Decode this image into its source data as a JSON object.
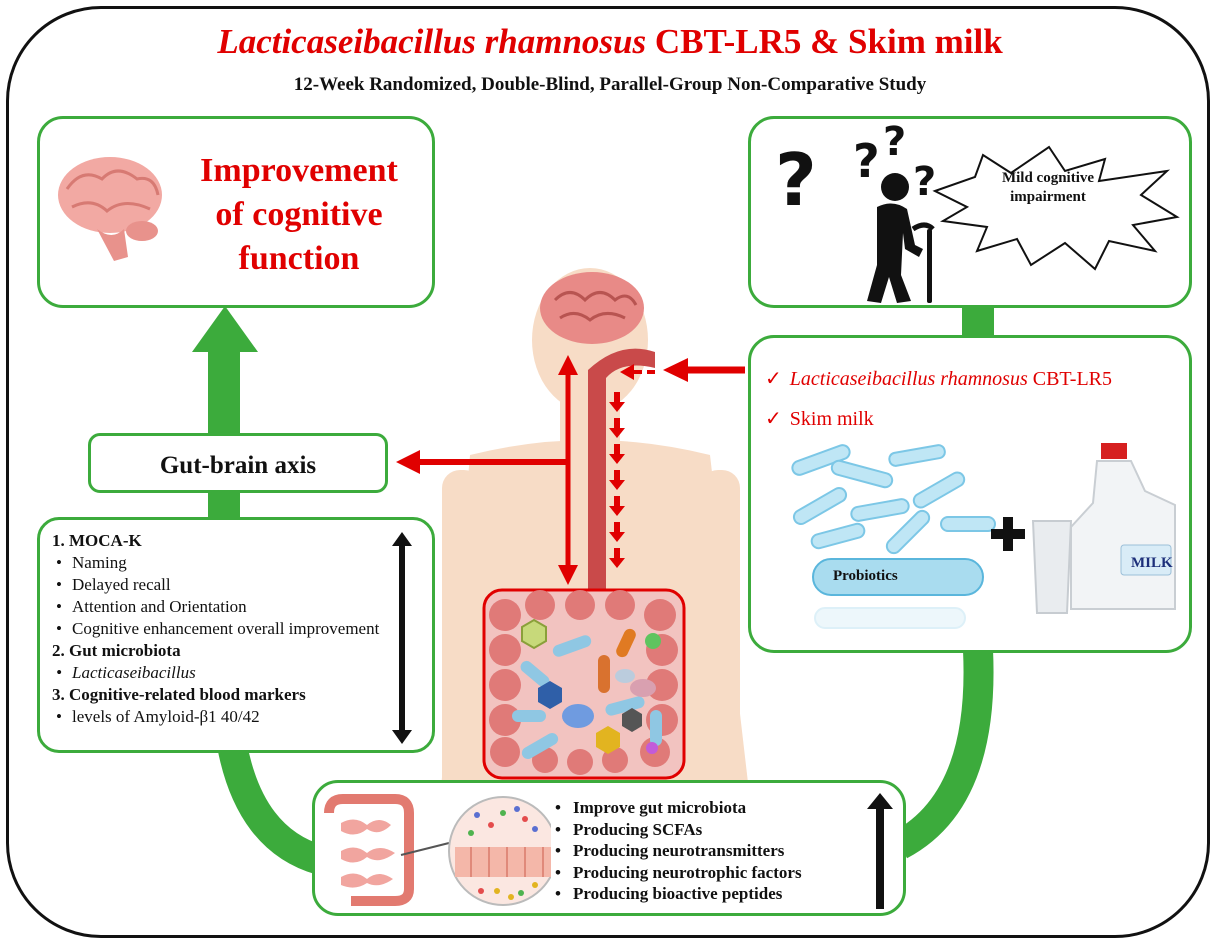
{
  "title": {
    "species": "Lacticaseibacillus  rhamnosus",
    "rest": " CBT-LR5 & Skim milk",
    "subtitle": "12-Week Randomized, Double-Blind,  Parallel-Group  Non-Comparative Study"
  },
  "outcome": {
    "line1": "Improvement",
    "line2": "of cognitive",
    "line3": "function"
  },
  "condition": {
    "bubble_line1": "Mild cognitive",
    "bubble_line2": "impairment"
  },
  "intervention": {
    "item1_italic": "Lacticaseibacillus rhamnosus",
    "item1_rest": " CBT-LR5",
    "item2": "Skim milk",
    "probiotics_label": "Probiotics",
    "milk_label": "MILK"
  },
  "axis": {
    "label": "Gut-brain axis"
  },
  "results": {
    "sec1": "1. MOCA-K",
    "sec1_items": [
      "Naming",
      "Delayed recall",
      "Attention and Orientation",
      "Cognitive enhancement overall improvement"
    ],
    "sec2": "2. Gut microbiota",
    "sec2_item": "Lacticaseibacillus",
    "sec3": "3. Cognitive-related blood markers",
    "sec3_item": "levels of Amyloid-β1 40/42"
  },
  "mechanisms": {
    "items": [
      "Improve gut microbiota",
      "Producing SCFAs",
      "Producing neurotransmitters",
      "Producing neurotrophic factors",
      "Producing bioactive peptides"
    ]
  },
  "colors": {
    "green": "#3cab3c",
    "red": "#e00000",
    "skin": "#f7dcc6",
    "brain": "#e88a87",
    "gut": "#e07a78"
  },
  "icons": [
    "brain-icon",
    "question-marks-icon",
    "elderly-person-icon",
    "milk-jug-icon",
    "glass-icon",
    "plus-icon",
    "colon-icon",
    "microbiota-icon"
  ]
}
